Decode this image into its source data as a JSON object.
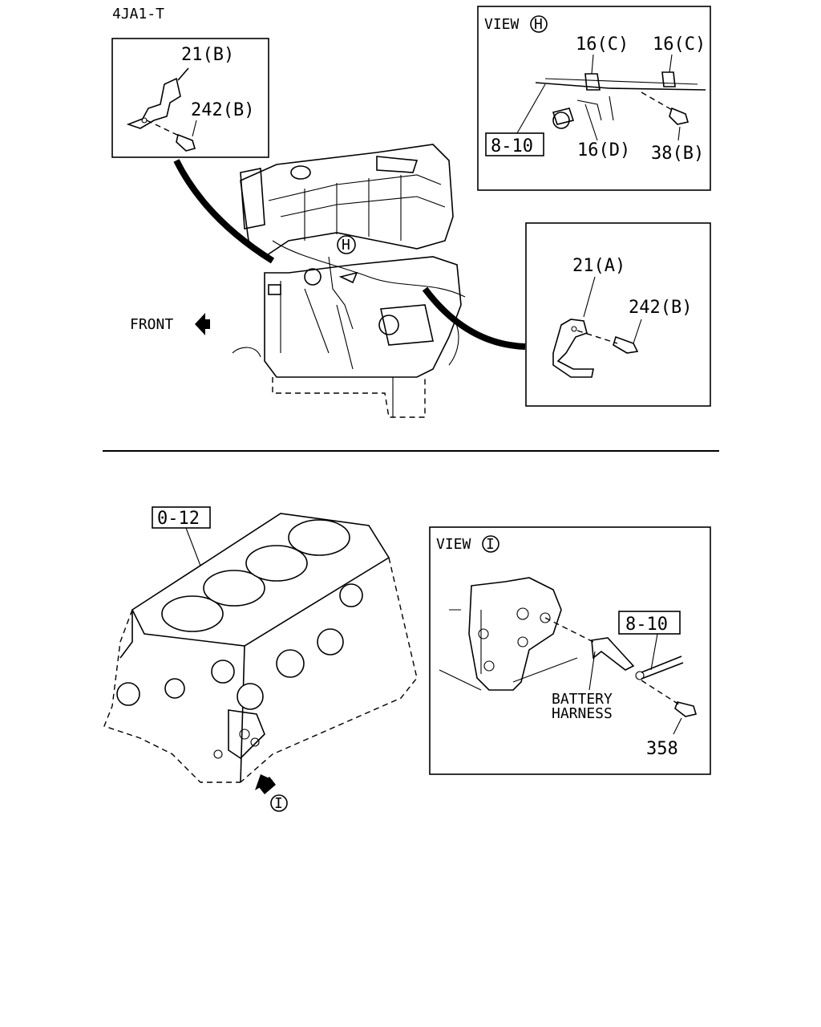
{
  "model_code": "4JA1-T",
  "top_diagram": {
    "inset_upper_left": {
      "part_bracket": "21(B)",
      "part_bolt": "242(B)"
    },
    "view_h_box": {
      "title": "VIEW",
      "marker": "H",
      "labels": [
        "16(C)",
        "16(C)",
        "16(D)",
        "38(B)"
      ],
      "ref_box": "8-10"
    },
    "inset_right": {
      "part_bracket": "21(A)",
      "part_bolt": "242(B)"
    },
    "front_label": "FRONT",
    "engine_marker": "H"
  },
  "bottom_diagram": {
    "ref_box": "0-12",
    "view_marker": "I",
    "view_i_box": {
      "title": "VIEW",
      "marker": "I",
      "ref_box": "8-10",
      "harness_line1": "BATTERY",
      "harness_line2": "HARNESS",
      "part_bolt": "358"
    }
  }
}
